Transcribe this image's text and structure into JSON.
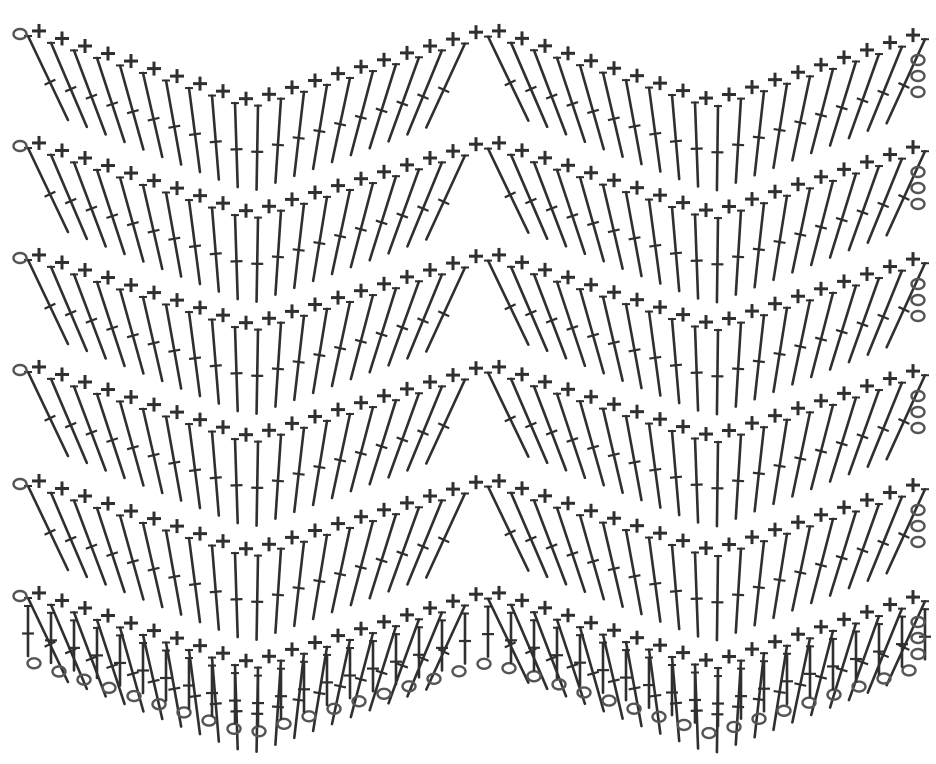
{
  "diagram": {
    "kind": "crochet-chart",
    "pattern": "chevron-ripple",
    "ink_color": "#2f2f2f",
    "chain_color": "#555555",
    "background": "#ffffff",
    "symbols": {
      "single_crochet": "plus-cross",
      "double_crochet": "barred-post",
      "chain": "open-oval"
    },
    "ripple_rows": 6,
    "foundation": "chain",
    "peaks_visible": 2,
    "valleys_visible": 2
  }
}
